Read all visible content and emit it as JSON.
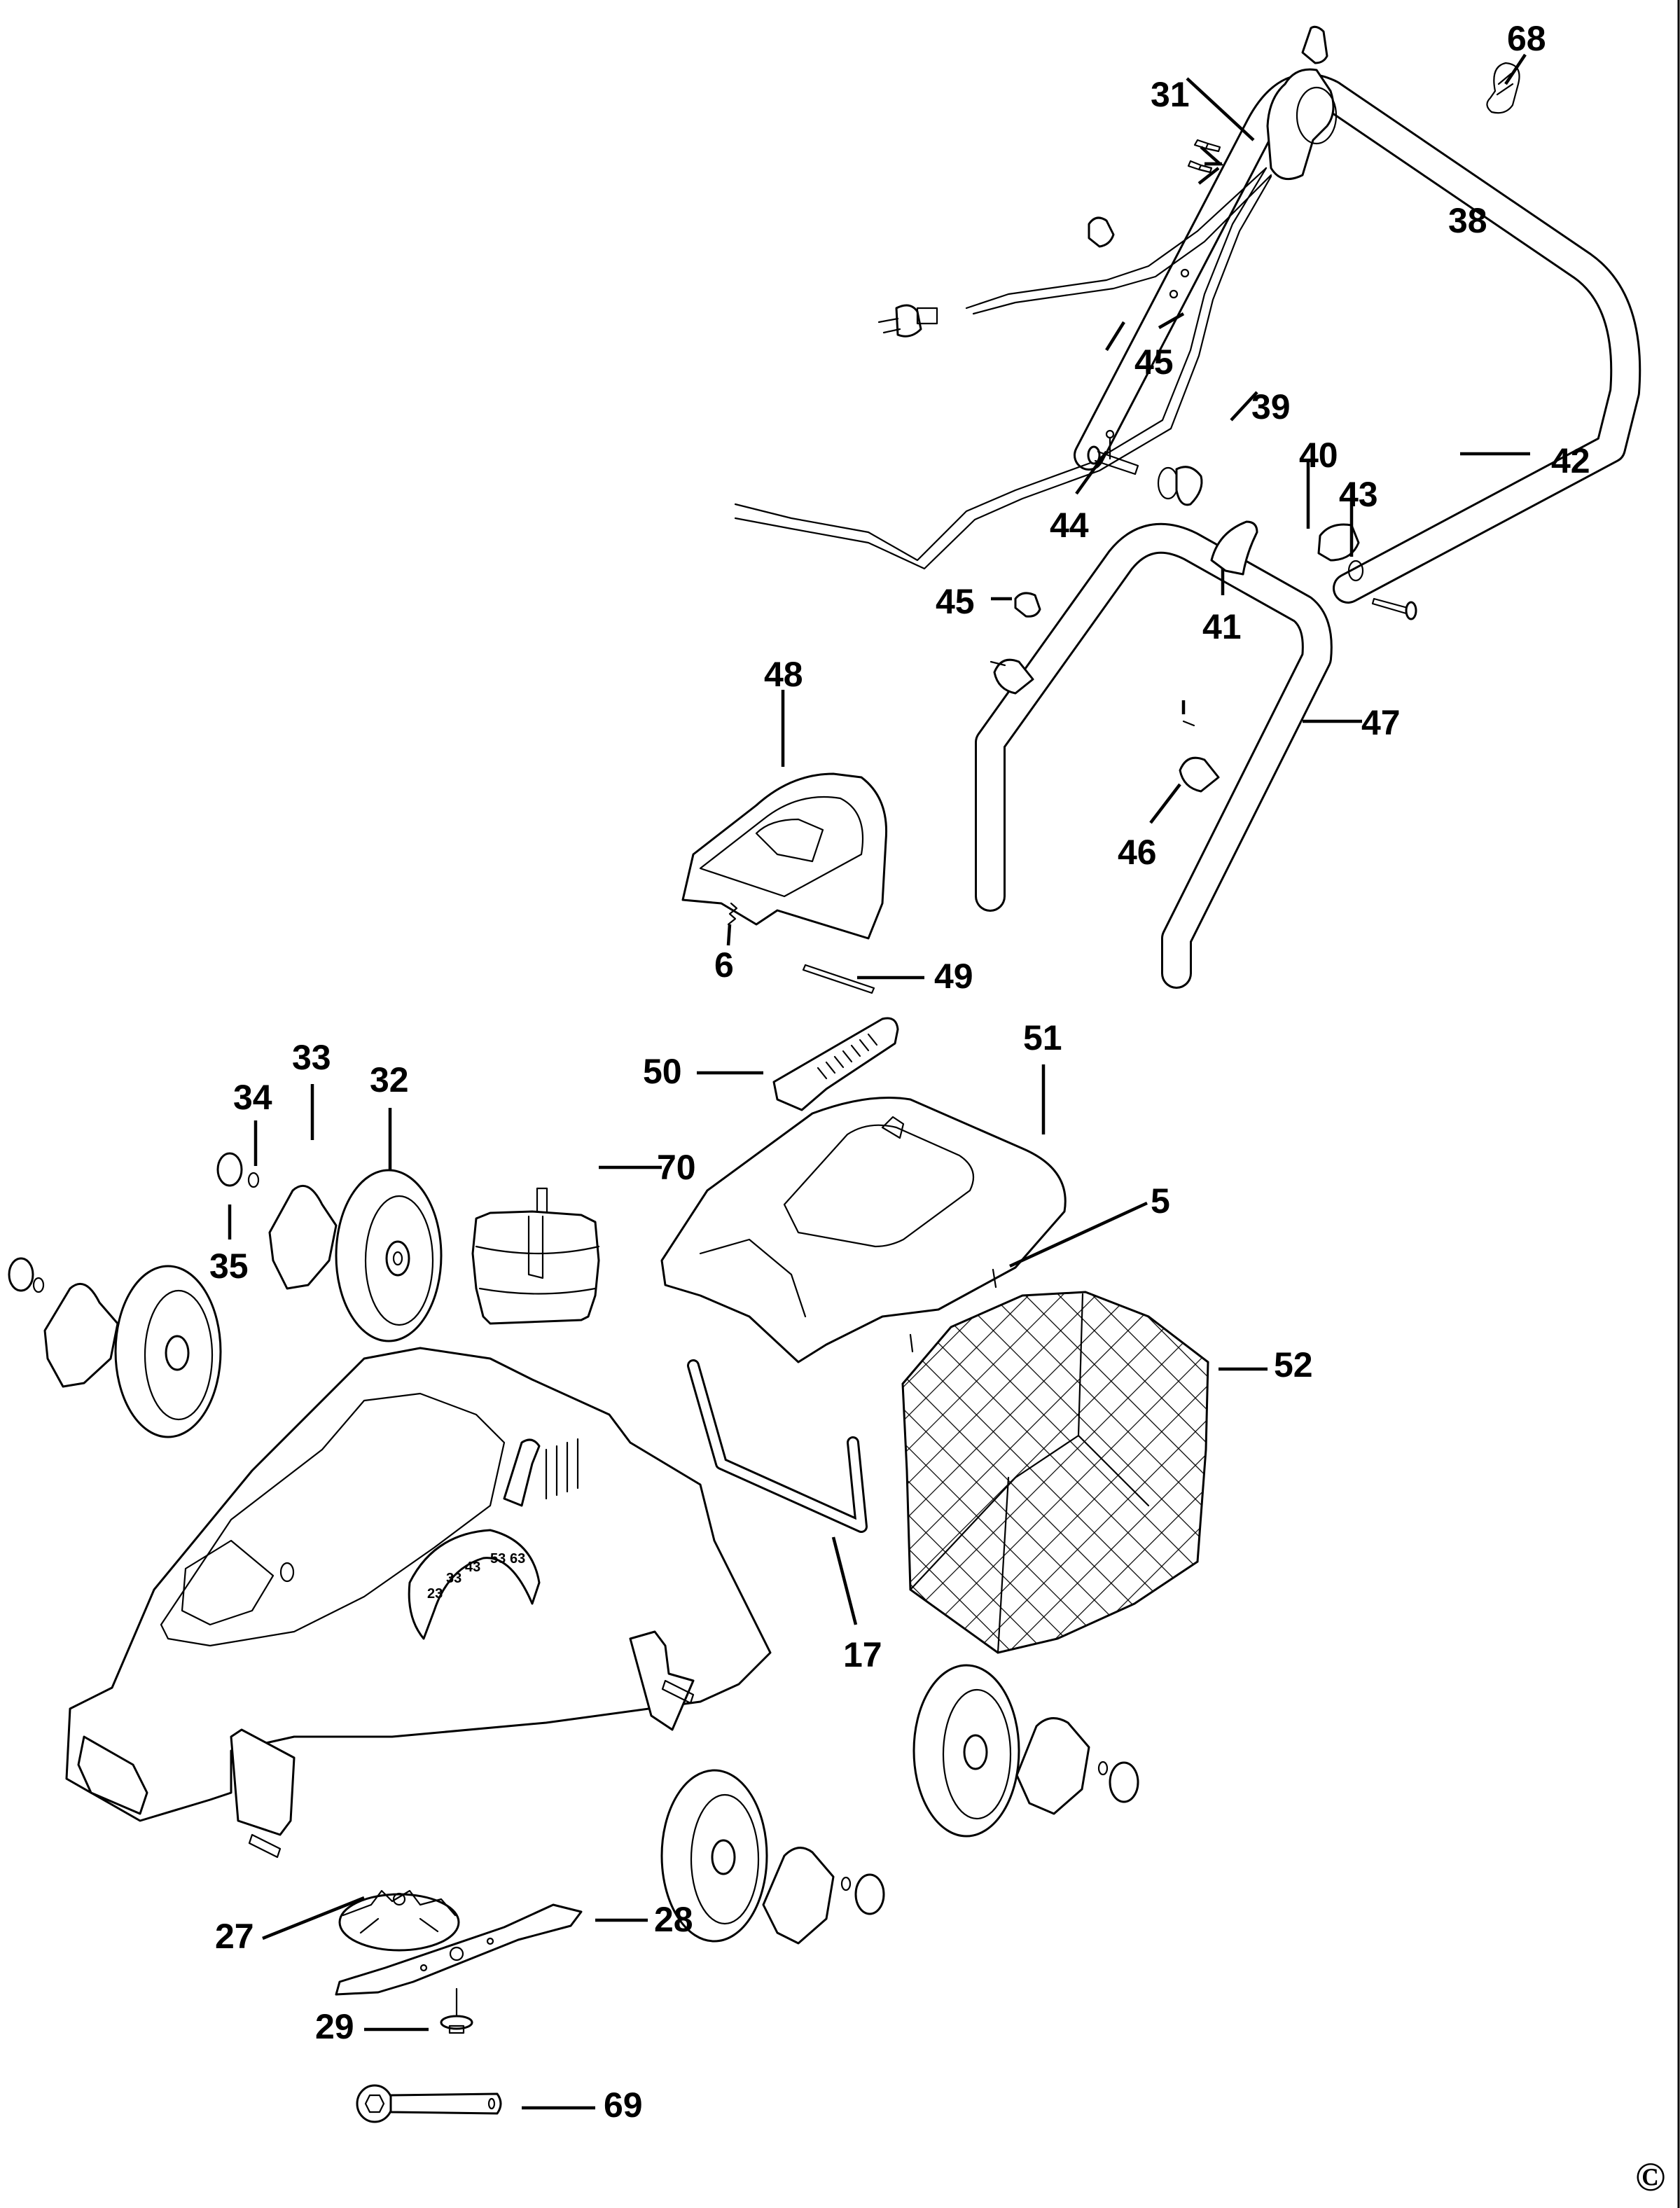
{
  "diagram": {
    "title": "Lawn mower exploded parts diagram",
    "background_color": "#ffffff",
    "line_color": "#000000",
    "callouts": [
      {
        "id": "68",
        "label": "68",
        "part": "cable-hook"
      },
      {
        "id": "31",
        "label": "31",
        "part": "switch-box-and-cable"
      },
      {
        "id": "38",
        "label": "38",
        "part": "screws"
      },
      {
        "id": "45a",
        "label": "45",
        "part": "cable-clip"
      },
      {
        "id": "39",
        "label": "39",
        "part": "screw"
      },
      {
        "id": "40",
        "label": "40",
        "part": "handle-knob"
      },
      {
        "id": "42",
        "label": "42",
        "part": "upper-handle"
      },
      {
        "id": "43",
        "label": "43",
        "part": "washer"
      },
      {
        "id": "44",
        "label": "44",
        "part": "handle-bolt"
      },
      {
        "id": "45b",
        "label": "45",
        "part": "cable-clip"
      },
      {
        "id": "41",
        "label": "41",
        "part": "handle-clamp-lever"
      },
      {
        "id": "48",
        "label": "48",
        "part": "rear-flap"
      },
      {
        "id": "47",
        "label": "47",
        "part": "lower-handle"
      },
      {
        "id": "46",
        "label": "46",
        "part": "handle-clip"
      },
      {
        "id": "6",
        "label": "6",
        "part": "spring"
      },
      {
        "id": "49",
        "label": "49",
        "part": "flap-pin"
      },
      {
        "id": "51",
        "label": "51",
        "part": "grass-box-lid"
      },
      {
        "id": "33",
        "label": "33",
        "part": "hub-cap"
      },
      {
        "id": "50",
        "label": "50",
        "part": "grass-box-handle"
      },
      {
        "id": "34",
        "label": "34",
        "part": "washer"
      },
      {
        "id": "32",
        "label": "32",
        "part": "wheel"
      },
      {
        "id": "70",
        "label": "70",
        "part": "motor"
      },
      {
        "id": "5",
        "label": "5",
        "part": "screw"
      },
      {
        "id": "35",
        "label": "35",
        "part": "retaining-ring"
      },
      {
        "id": "52",
        "label": "52",
        "part": "grass-bag"
      },
      {
        "id": "17",
        "label": "17",
        "part": "grass-box-frame"
      },
      {
        "id": "28",
        "label": "28",
        "part": "blade"
      },
      {
        "id": "27",
        "label": "27",
        "part": "fan"
      },
      {
        "id": "29",
        "label": "29",
        "part": "blade-bolt"
      },
      {
        "id": "69",
        "label": "69",
        "part": "spanner"
      }
    ],
    "height_dial": [
      "23",
      "33",
      "43",
      "53",
      "63"
    ],
    "copyright_mark": "©"
  }
}
